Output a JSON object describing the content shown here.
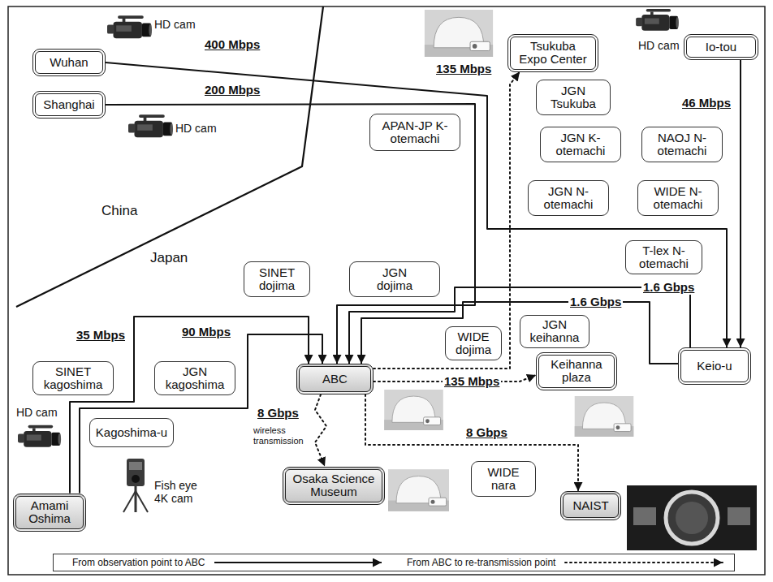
{
  "diagram": {
    "nodes": [
      {
        "text": [
          "Wuhan"
        ]
      },
      {
        "text": [
          "Shanghai"
        ]
      },
      {
        "text": [
          "APAN-JP K-otemachi"
        ]
      },
      {
        "text": [
          "Tsukuba Expo Center"
        ]
      },
      {
        "text": [
          "JGN Tsukuba"
        ]
      },
      {
        "text": [
          "Io-tou"
        ]
      },
      {
        "text": [
          "JGN K-otemachi"
        ]
      },
      {
        "text": [
          "NAOJ N-otemachi"
        ]
      },
      {
        "text": [
          "JGN N-otemachi"
        ]
      },
      {
        "text": [
          "WIDE N-otemachi"
        ]
      },
      {
        "text": [
          "T-lex N-otemachi"
        ]
      },
      {
        "text": [
          "SINET dojima"
        ]
      },
      {
        "text": [
          "JGN dojima"
        ]
      },
      {
        "text": [
          "JGN keihanna"
        ]
      },
      {
        "text": [
          "WIDE dojima"
        ]
      },
      {
        "text": [
          "SINET kagoshima"
        ]
      },
      {
        "text": [
          "JGN kagoshima"
        ]
      },
      {
        "text": [
          "ABC"
        ]
      },
      {
        "text": [
          "Keihanna plaza"
        ]
      },
      {
        "text": [
          "Keio-u"
        ]
      },
      {
        "text": [
          "Kagoshima-u"
        ]
      },
      {
        "text": [
          "WIDE nara"
        ]
      },
      {
        "text": [
          "NAIST"
        ]
      },
      {
        "text": [
          "Osaka Science Museum"
        ]
      },
      {
        "text": [
          "Amami Oshima"
        ]
      }
    ],
    "edges": [
      {
        "from": 0,
        "to": 19,
        "arrow": "to",
        "label": "400 Mbps"
      },
      {
        "from": 1,
        "to": 17,
        "arrow": "to",
        "label": "200 Mbps"
      },
      {
        "from": 5,
        "to": 19,
        "arrow": "to",
        "label": "46 Mbps"
      },
      {
        "from": 19,
        "to": 17,
        "arrow": "to",
        "label": "1.6 Gbps"
      },
      {
        "from": 19,
        "to": 17,
        "arrow": "to",
        "label": "1.6 Gbps"
      },
      {
        "from": 24,
        "to": 17,
        "arrow": "to",
        "label": "35 Mbps"
      },
      {
        "from": 24,
        "to": 17,
        "arrow": "to",
        "label": "90 Mbps"
      },
      {
        "from": 17,
        "to": 3,
        "arrow": "to",
        "label": "135 Mbps"
      },
      {
        "from": 17,
        "to": 18,
        "arrow": "to",
        "label": "135 Mbps"
      },
      {
        "from": 17,
        "to": 22,
        "arrow": "to",
        "label": "8 Gbps"
      },
      {
        "from": 17,
        "to": 23,
        "arrow": "to",
        "label": "8 Gbps"
      }
    ],
    "labels": [
      "HD cam",
      "HD cam",
      "HD cam",
      "HD cam",
      "Fish eye 4K cam",
      "wireless transmission",
      "China",
      "Japan"
    ],
    "legend": [
      {
        "text": "From observation point to ABC"
      },
      {
        "text": "From ABC to re-transmission point"
      }
    ]
  }
}
